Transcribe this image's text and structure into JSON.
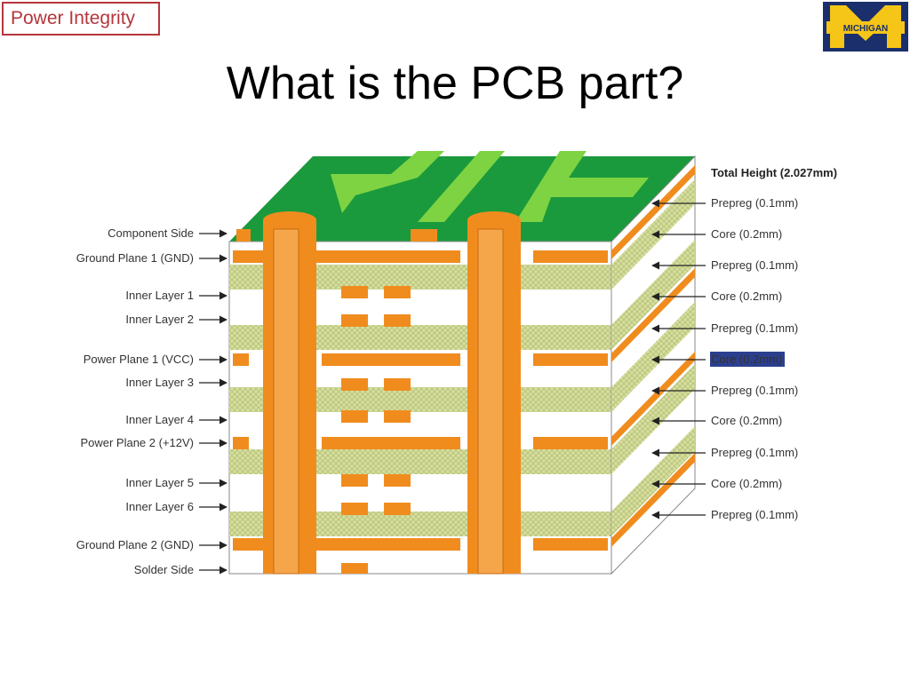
{
  "header": {
    "tag": "Power Integrity",
    "title": "What is the PCB part?",
    "logo": {
      "text": "MICHIGAN",
      "colors": {
        "blue": "#1a2f6b",
        "maize": "#f5c518"
      }
    }
  },
  "diagram": {
    "colors": {
      "copper": "#f08c1e",
      "prepreg": "#d8e0a0",
      "green": "#1a9a3c",
      "trace": "#7dd342"
    },
    "left_labels": [
      "Component Side",
      "Ground Plane 1 (GND)",
      "Inner Layer 1",
      "Inner Layer 2",
      "Power Plane 1 (VCC)",
      "Inner Layer 3",
      "Inner Layer 4",
      "Power Plane 2 (+12V)",
      "Inner Layer 5",
      "Inner Layer 6",
      "Ground Plane 2 (GND)",
      "Solder Side"
    ],
    "total_height": "Total Height (2.027mm)",
    "right_labels": [
      "Prepreg (0.1mm)",
      "Core (0.2mm)",
      "Prepreg (0.1mm)",
      "Core (0.2mm)",
      "Prepreg (0.1mm)",
      "Core (0.2mm)",
      "Prepreg (0.1mm)",
      "Core (0.2mm)",
      "Prepreg (0.1mm)",
      "Core (0.2mm)",
      "Prepreg (0.1mm)"
    ],
    "highlighted_index": 5
  }
}
